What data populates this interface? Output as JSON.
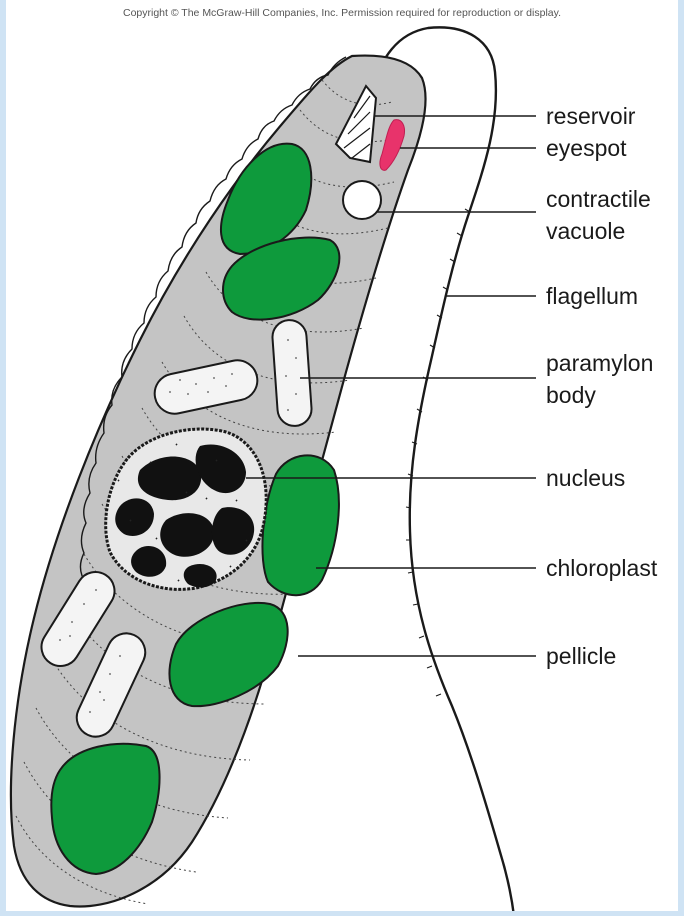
{
  "copyright": "Copyright © The McGraw-Hill Companies, Inc. Permission required for reproduction or display.",
  "labels": {
    "reservoir": "reservoir",
    "eyespot": "eyespot",
    "contractile_1": "contractile",
    "contractile_2": "vacuole",
    "flagellum": "flagellum",
    "paramylon_1": "paramylon",
    "paramylon_2": "body",
    "nucleus": "nucleus",
    "chloroplast": "chloroplast",
    "pellicle": "pellicle"
  },
  "colors": {
    "cell": "#c4c4c4",
    "chloroplast": "#0e9a3c",
    "eyespot": "#e8336b",
    "outline": "#1a1a1a",
    "frame": "#cfe3f4"
  }
}
